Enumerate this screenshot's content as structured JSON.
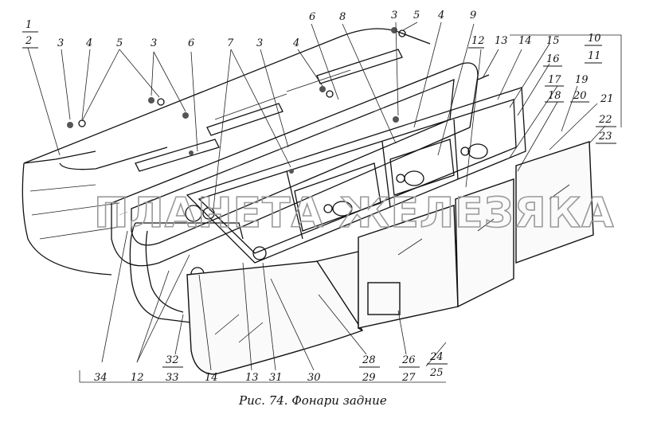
{
  "caption": "Рис. 74. Фонари задние",
  "watermark": "ПЛАНЕТА ЖЕЛЕЗЯКА",
  "callouts": {
    "top": [
      "1",
      "2",
      "3",
      "4",
      "5",
      "3",
      "6",
      "7",
      "3",
      "4",
      "6",
      "8",
      "3",
      "5",
      "4",
      "9",
      "12",
      "13",
      "14",
      "15",
      "16",
      "10",
      "11",
      "17",
      "18",
      "19",
      "20",
      "21",
      "22",
      "23"
    ],
    "bottom": [
      "34",
      "12",
      "32",
      "33",
      "14",
      "13",
      "31",
      "30",
      "28",
      "29",
      "26",
      "27",
      "24",
      "25"
    ]
  }
}
